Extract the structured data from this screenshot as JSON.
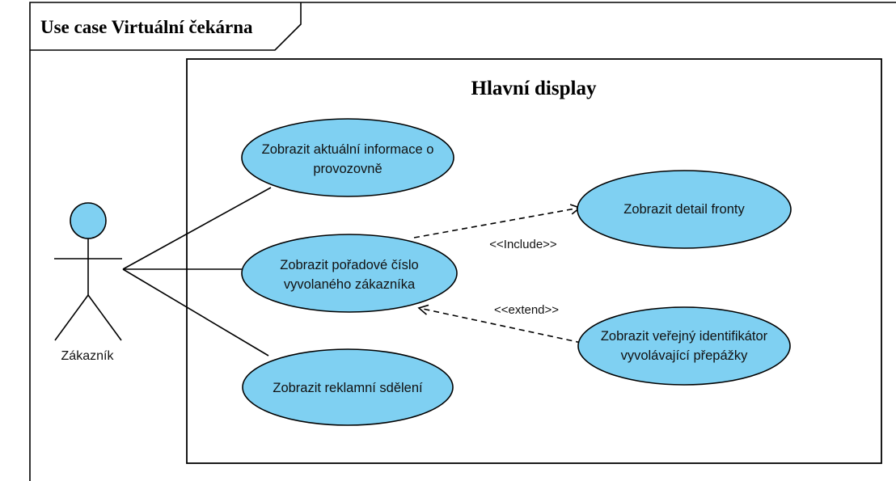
{
  "frame": {
    "title": "Use case Virtuální čekárna"
  },
  "system": {
    "title": "Hlavní display"
  },
  "actor": {
    "name": "Zákazník",
    "color": "#7fd0f2"
  },
  "use_cases": {
    "info": {
      "lines": [
        "Zobrazit aktuální informace o",
        "provozovně"
      ]
    },
    "number": {
      "lines": [
        "Zobrazit pořadové číslo",
        "vyvolaného zákazníka"
      ]
    },
    "ads": {
      "lines": [
        "Zobrazit reklamní sdělení"
      ]
    },
    "detail": {
      "lines": [
        "Zobrazit detail fronty"
      ]
    },
    "identifier": {
      "lines": [
        "Zobrazit veřejný identifikátor",
        "vyvolávající přepážky"
      ]
    }
  },
  "relationships": {
    "include_label": "<<Include>>",
    "extend_label": "<<extend>>"
  },
  "colors": {
    "use_case_fill": "#7fd0f2",
    "stroke": "#000000"
  }
}
